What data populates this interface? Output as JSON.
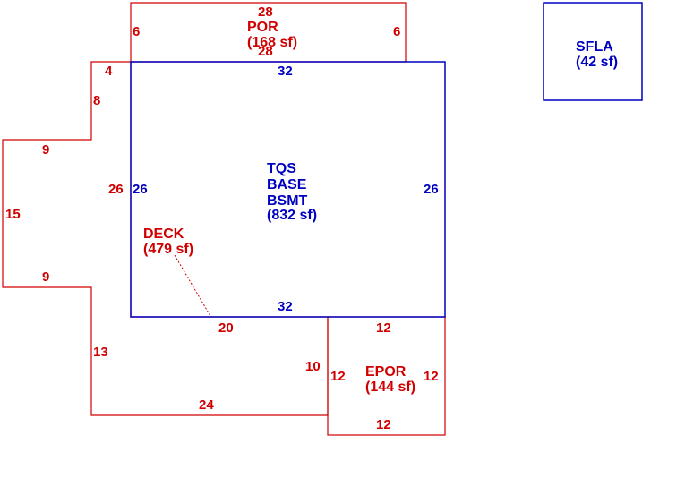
{
  "colors": {
    "red": "#d00000",
    "blue": "#0000c0"
  },
  "areas": {
    "por": {
      "name": "POR",
      "area": "(168 sf)"
    },
    "tqs": {
      "line1": "TQS",
      "line2": "BASE",
      "line3": "BSMT",
      "area": "(832 sf)"
    },
    "deck": {
      "name": "DECK",
      "area": "(479 sf)"
    },
    "epor": {
      "name": "EPOR",
      "area": "(144 sf)"
    },
    "sfla": {
      "name": "SFLA",
      "area": "(42 sf)"
    }
  },
  "dimensions": {
    "por_top": "28",
    "por_bottom": "28",
    "por_left": "6",
    "por_right": "6",
    "tqs_top": "32",
    "tqs_bottom": "32",
    "tqs_left": "26",
    "tqs_right": "26",
    "deck_right_of_tqs": "26",
    "deck_step_top": "4",
    "deck_step_side": "8",
    "deck_upper_9": "9",
    "deck_left_15": "15",
    "deck_lower_9": "9",
    "deck_left_13": "13",
    "deck_bottom_24": "24",
    "deck_right_10": "10",
    "deck_under_tqs_20": "20",
    "epor_top": "12",
    "epor_left": "12",
    "epor_right": "12",
    "epor_bottom": "12"
  }
}
